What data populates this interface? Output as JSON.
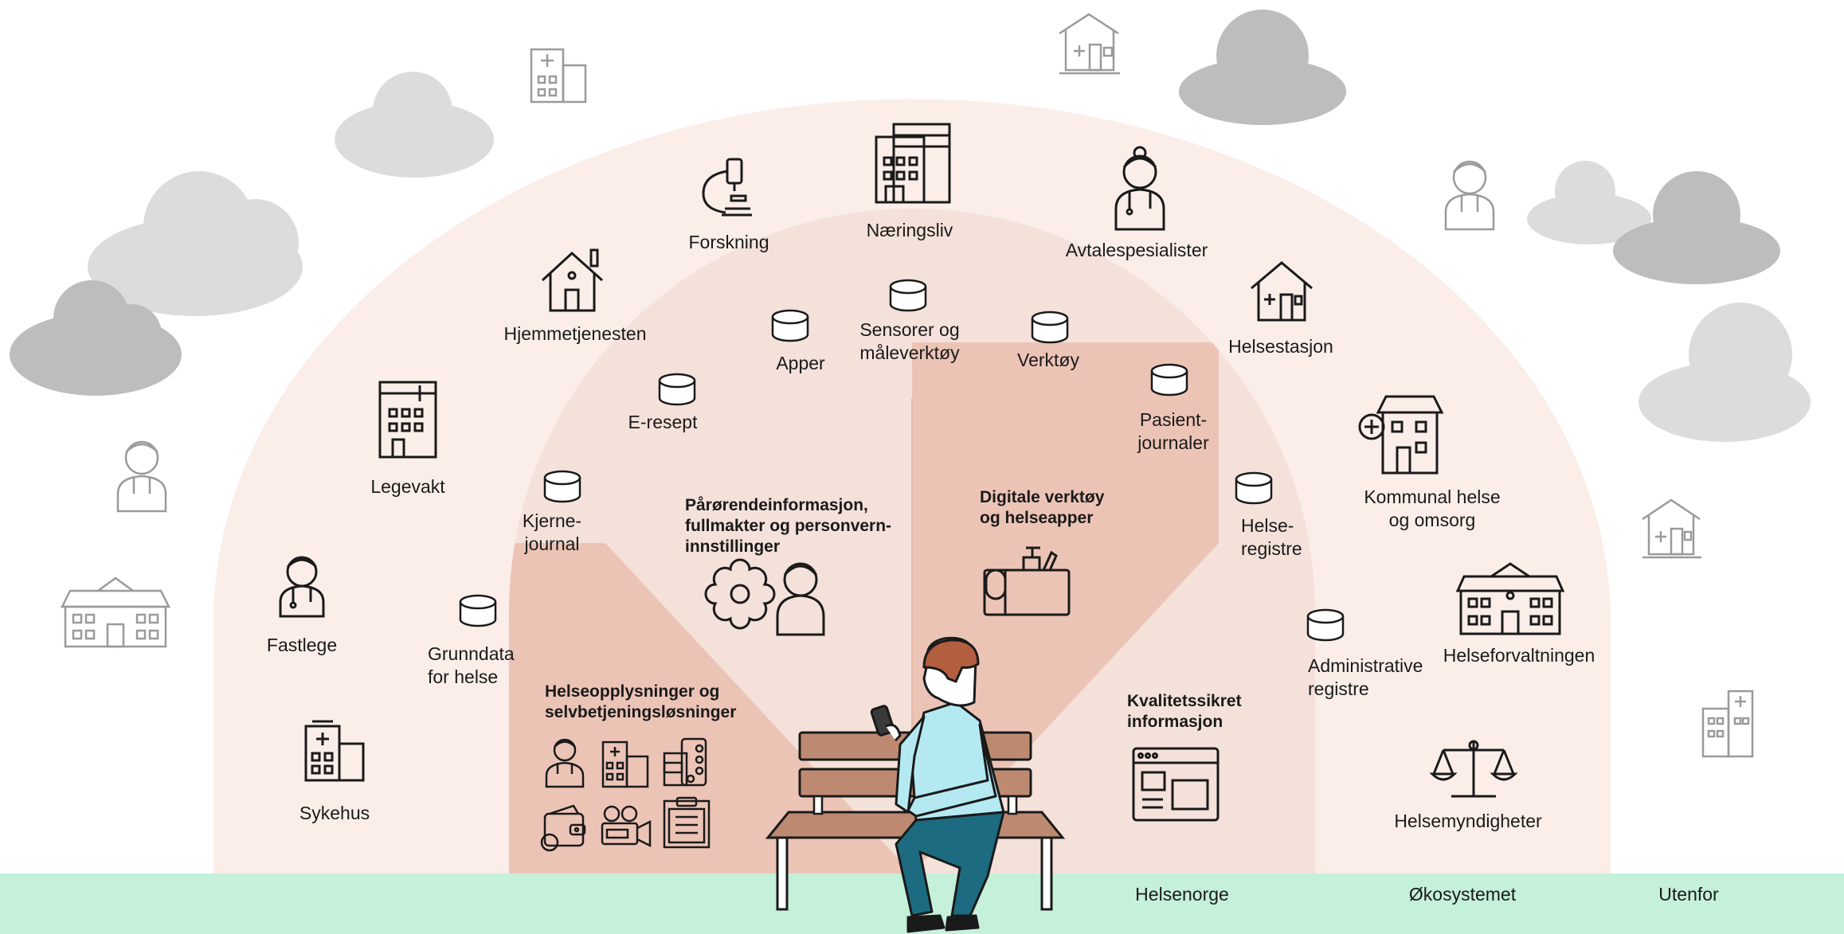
{
  "zones": {
    "helsenorge": "Helsenorge",
    "okosystemet": "Økosystemet",
    "utenfor": "Utenfor"
  },
  "segments": {
    "helseopplysninger": "Helseopplysninger og\nselvbetjeningsløsninger",
    "parorende": "Pårørendeinformasjon,\nfullmakter og personvern-\ninnstillinger",
    "digitale": "Digitale verktøy\nog helseapper",
    "kvalitet": "Kvalitetssikret\ninformasjon"
  },
  "registries": {
    "grunndata": "Grunndata\nfor helse",
    "kjernejournal": "Kjerne-\njournal",
    "eresept": "E-resept",
    "apper": "Apper",
    "sensorer": "Sensorer og\nmåleverktøy",
    "verktoy": "Verktøy",
    "pasientjournaler": "Pasient-\njournaler",
    "helseregistre": "Helse-\nregistre",
    "administrative": "Administrative\nregistre"
  },
  "actors": {
    "sykehus": "Sykehus",
    "fastlege": "Fastlege",
    "legevakt": "Legevakt",
    "hjemmetjenesten": "Hjemmetjenesten",
    "forskning": "Forskning",
    "naeringsliv": "Næringsliv",
    "avtalespesialister": "Avtalespesialister",
    "helsestasjon": "Helsestasjon",
    "kommunal": "Kommunal helse\nog omsorg",
    "helseforvaltningen": "Helseforvaltningen",
    "helsemyndigheter": "Helsemyndigheter"
  },
  "colors": {
    "outer_arch": "#fbeee9",
    "inner_light": "#f4e1da",
    "inner_dark": "#ecc4b6",
    "ground": "#c5f0da",
    "cloud_light": "#dcdcdd",
    "cloud_dark": "#bdbdbe",
    "outside_icon": "#9a9a9a",
    "icon": "#1a1a1a"
  }
}
